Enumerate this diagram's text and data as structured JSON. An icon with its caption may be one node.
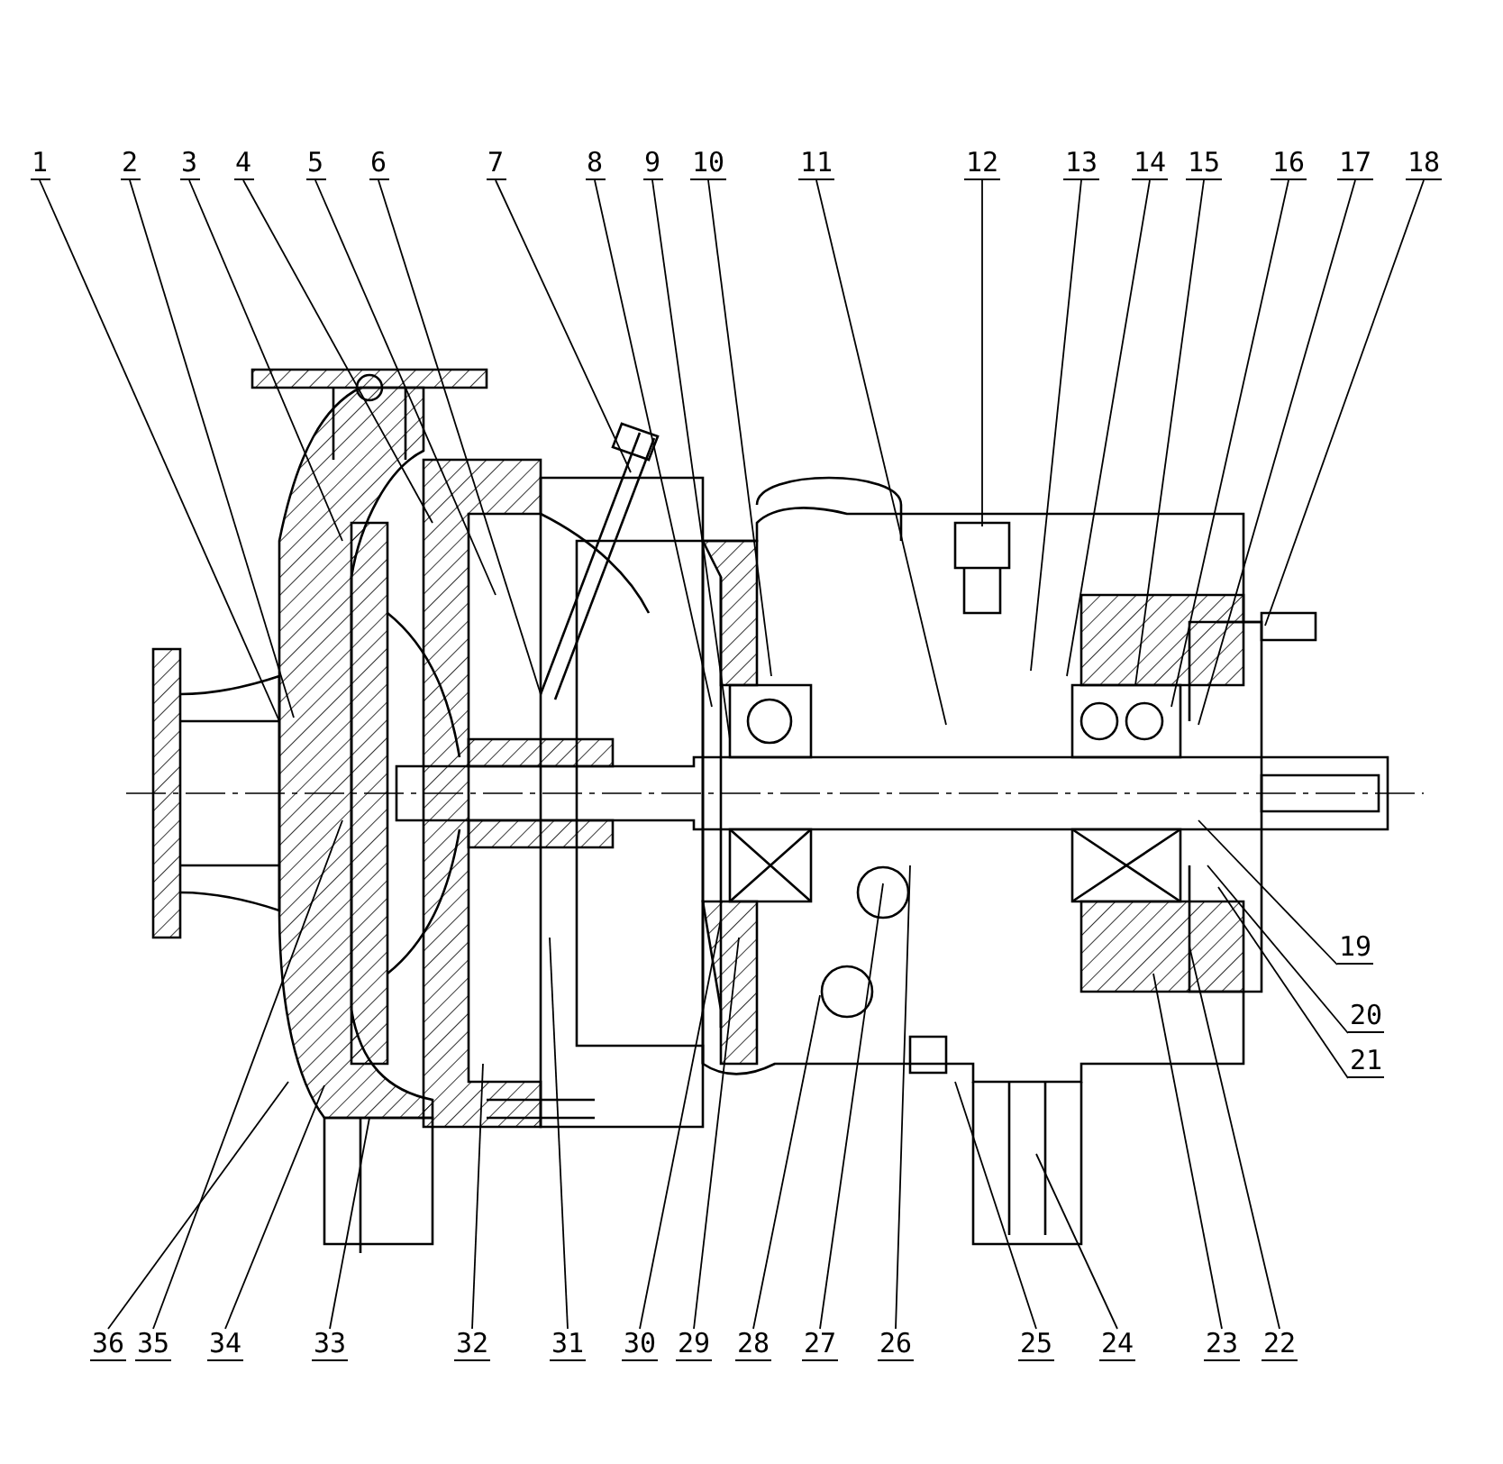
{
  "diagram": {
    "nodes": [
      {
        "text": [
          "1"
        ]
      },
      {
        "text": [
          "2"
        ]
      },
      {
        "text": [
          "3"
        ]
      },
      {
        "text": [
          "4"
        ]
      },
      {
        "text": [
          "5"
        ]
      },
      {
        "text": [
          "6"
        ]
      },
      {
        "text": [
          "7"
        ]
      },
      {
        "text": [
          "8"
        ]
      },
      {
        "text": [
          "9"
        ]
      },
      {
        "text": [
          "10"
        ]
      },
      {
        "text": [
          "11"
        ]
      },
      {
        "text": [
          "12"
        ]
      },
      {
        "text": [
          "13"
        ]
      },
      {
        "text": [
          "14"
        ]
      },
      {
        "text": [
          "15"
        ]
      },
      {
        "text": [
          "16"
        ]
      },
      {
        "text": [
          "17"
        ]
      },
      {
        "text": [
          "18"
        ]
      },
      {
        "text": [
          "19"
        ]
      },
      {
        "text": [
          "20"
        ]
      },
      {
        "text": [
          "21"
        ]
      },
      {
        "text": [
          "36"
        ]
      },
      {
        "text": [
          "35"
        ]
      },
      {
        "text": [
          "34"
        ]
      },
      {
        "text": [
          "33"
        ]
      },
      {
        "text": [
          "32"
        ]
      },
      {
        "text": [
          "31"
        ]
      },
      {
        "text": [
          "30"
        ]
      },
      {
        "text": [
          "29"
        ]
      },
      {
        "text": [
          "28"
        ]
      },
      {
        "text": [
          "27"
        ]
      },
      {
        "text": [
          "26"
        ]
      },
      {
        "text": [
          "25"
        ]
      },
      {
        "text": [
          "24"
        ]
      },
      {
        "text": [
          "23"
        ]
      },
      {
        "text": [
          "22"
        ]
      }
    ],
    "edges": [
      {
        "from": 0,
        "to": null,
        "arrow": "none"
      },
      {
        "from": 1,
        "to": null,
        "arrow": "none"
      },
      {
        "from": 2,
        "to": null,
        "arrow": "none"
      },
      {
        "from": 3,
        "to": null,
        "arrow": "none"
      },
      {
        "from": 4,
        "to": null,
        "arrow": "none"
      },
      {
        "from": 5,
        "to": null,
        "arrow": "none"
      },
      {
        "from": 6,
        "to": null,
        "arrow": "none"
      },
      {
        "from": 7,
        "to": null,
        "arrow": "none"
      },
      {
        "from": 8,
        "to": null,
        "arrow": "none"
      },
      {
        "from": 9,
        "to": null,
        "arrow": "none"
      },
      {
        "from": 10,
        "to": null,
        "arrow": "none"
      },
      {
        "from": 11,
        "to": null,
        "arrow": "none"
      },
      {
        "from": 12,
        "to": null,
        "arrow": "none"
      },
      {
        "from": 13,
        "to": null,
        "arrow": "none"
      },
      {
        "from": 14,
        "to": null,
        "arrow": "none"
      },
      {
        "from": 15,
        "to": null,
        "arrow": "none"
      },
      {
        "from": 16,
        "to": null,
        "arrow": "none"
      },
      {
        "from": 17,
        "to": null,
        "arrow": "none"
      },
      {
        "from": 18,
        "to": null,
        "arrow": "none"
      },
      {
        "from": 19,
        "to": null,
        "arrow": "none"
      },
      {
        "from": 20,
        "to": null,
        "arrow": "none"
      },
      {
        "from": 21,
        "to": null,
        "arrow": "none"
      },
      {
        "from": 22,
        "to": null,
        "arrow": "none"
      },
      {
        "from": 23,
        "to": null,
        "arrow": "none"
      },
      {
        "from": 24,
        "to": null,
        "arrow": "none"
      },
      {
        "from": 25,
        "to": null,
        "arrow": "none"
      },
      {
        "from": 26,
        "to": null,
        "arrow": "none"
      },
      {
        "from": 27,
        "to": null,
        "arrow": "none"
      },
      {
        "from": 28,
        "to": null,
        "arrow": "none"
      },
      {
        "from": 29,
        "to": null,
        "arrow": "none"
      },
      {
        "from": 30,
        "to": null,
        "arrow": "none"
      },
      {
        "from": 31,
        "to": null,
        "arrow": "none"
      },
      {
        "from": 32,
        "to": null,
        "arrow": "none"
      },
      {
        "from": 33,
        "to": null,
        "arrow": "none"
      },
      {
        "from": 34,
        "to": null,
        "arrow": "none"
      },
      {
        "from": 35,
        "to": null,
        "arrow": "none"
      }
    ]
  }
}
